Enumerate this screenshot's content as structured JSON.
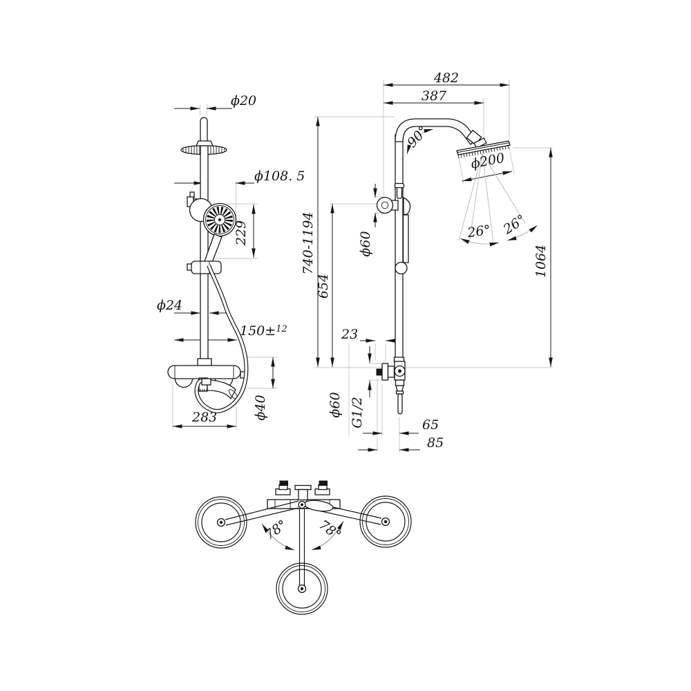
{
  "drawing": {
    "front": {
      "top_pipe_diameter": "ϕ20",
      "hand_shower_diameter": "ϕ108. 5",
      "hand_shower_length": "229",
      "rail_diameter": "ϕ24",
      "inlet_spacing": "150±",
      "inlet_spacing_tolerance": "12",
      "body_width": "283",
      "spout_diameter": "ϕ40"
    },
    "side": {
      "overall_depth": "482",
      "arm_reach": "387",
      "arm_angle": "90°",
      "head_diameter": "ϕ200",
      "head_tilt_left": "26°",
      "head_tilt_right": "26°",
      "head_height": "1064",
      "height_range": "740-1194",
      "riser_height": "654",
      "bracket_diameter": "ϕ60",
      "wall_offset": "23",
      "flange_diameter": "ϕ60",
      "outlet_thread": "G1/2",
      "outlet_offset_1": "65",
      "outlet_offset_2": "85"
    },
    "top": {
      "handle_swing_left": "78°",
      "handle_swing_right": "78°"
    },
    "colors": {
      "line": "#161616",
      "extension": "#c5c5c5",
      "background": "#ffffff"
    }
  }
}
